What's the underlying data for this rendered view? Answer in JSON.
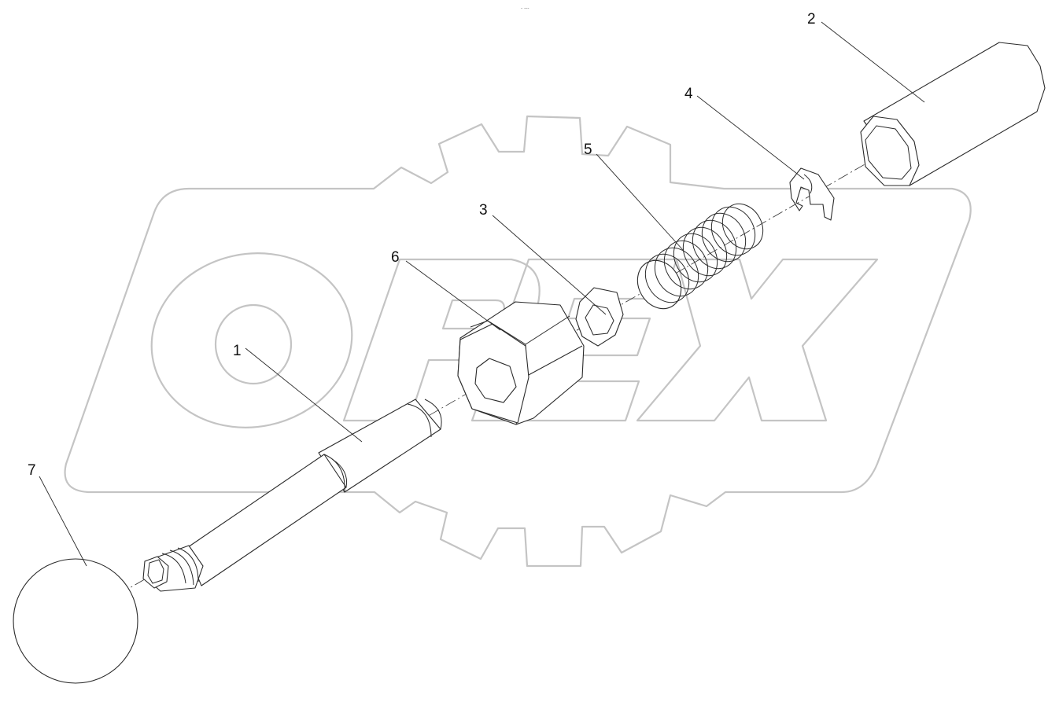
{
  "top_mark": "- ---",
  "watermark": {
    "text": "OPEX",
    "color": "#c4c4c4"
  },
  "callouts": [
    {
      "id": "1",
      "label": "1"
    },
    {
      "id": "2",
      "label": "2"
    },
    {
      "id": "3",
      "label": "3"
    },
    {
      "id": "4",
      "label": "4"
    },
    {
      "id": "5",
      "label": "5"
    },
    {
      "id": "6",
      "label": "6"
    },
    {
      "id": "7",
      "label": "7"
    }
  ]
}
